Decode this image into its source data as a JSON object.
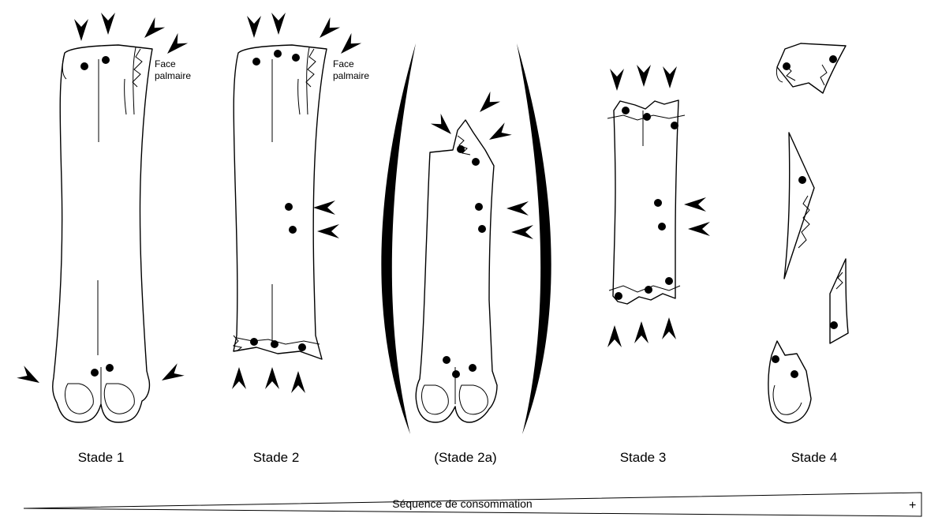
{
  "stages": [
    {
      "id": "stade-1",
      "label": "Stade 1"
    },
    {
      "id": "stade-2",
      "label": "Stade 2"
    },
    {
      "id": "stade-2a",
      "label": "(Stade 2a)"
    },
    {
      "id": "stade-3",
      "label": "Stade 3"
    },
    {
      "id": "stade-4",
      "label": "Stade 4"
    }
  ],
  "annotations": {
    "face_line1": "Face",
    "face_line2": "palmaire"
  },
  "sequence": {
    "label": "Séquence de consommation",
    "minus": "-",
    "plus": "+"
  }
}
